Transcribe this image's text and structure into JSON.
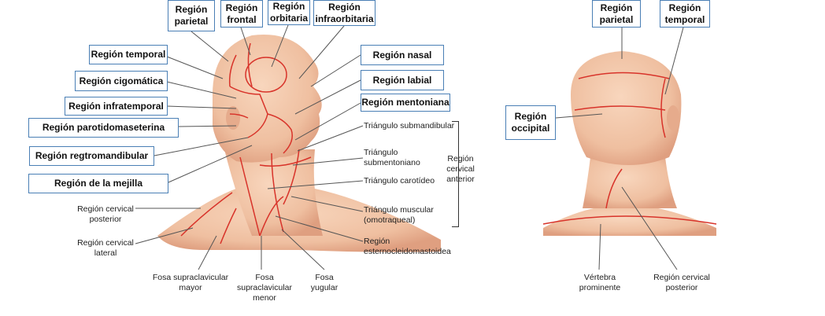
{
  "boxes": {
    "parietal_l": "Región\nparietal",
    "frontal": "Región\nfrontal",
    "orbitaria": "Región\norbitaria",
    "infraorbitaria": "Región\ninfraorbitaria",
    "temporal_l": "Región temporal",
    "cigomatica": "Región cigomática",
    "infratemporal": "Región infratemporal",
    "parotidomaseterina": "Región parotidomaseterina",
    "retromandibular": "Región regtromandibular",
    "mejilla": "Región de la mejilla",
    "nasal": "Región nasal",
    "labial": "Región labial",
    "mentoniana": "Región mentoniana",
    "occipital": "Región\noccipital",
    "parietal_r": "Región\nparietal",
    "temporal_r": "Región\ntemporal"
  },
  "labels": {
    "submandibular": "Triángulo submandibular",
    "submentoniano": "Triángulo\nsubmentoniano",
    "carotideo": "Triángulo carotídeo",
    "muscular": "Triángulo muscular\n(omotraqueal)",
    "esterno": "Región\nesternocleidomastoidea",
    "cervical_anterior": "Región\ncervical\nanterior",
    "cervical_posterior_l": "Región cervical\nposterior",
    "cervical_lateral": "Región cervical\nlateral",
    "fosa_mayor": "Fosa supraclavicular\nmayor",
    "fosa_menor": "Fosa supraclavicular\nmenor",
    "fosa_yugular": "Fosa\nyugular",
    "vertebra": "Vértebra\nprominente",
    "cervical_posterior_r": "Región cervical\nposterior"
  },
  "colors": {
    "skin": "#f1c2a2",
    "skin_shade": "#e4a283",
    "region_line": "#d8332a",
    "box_border": "#4a7fb5",
    "leader": "#555555"
  }
}
